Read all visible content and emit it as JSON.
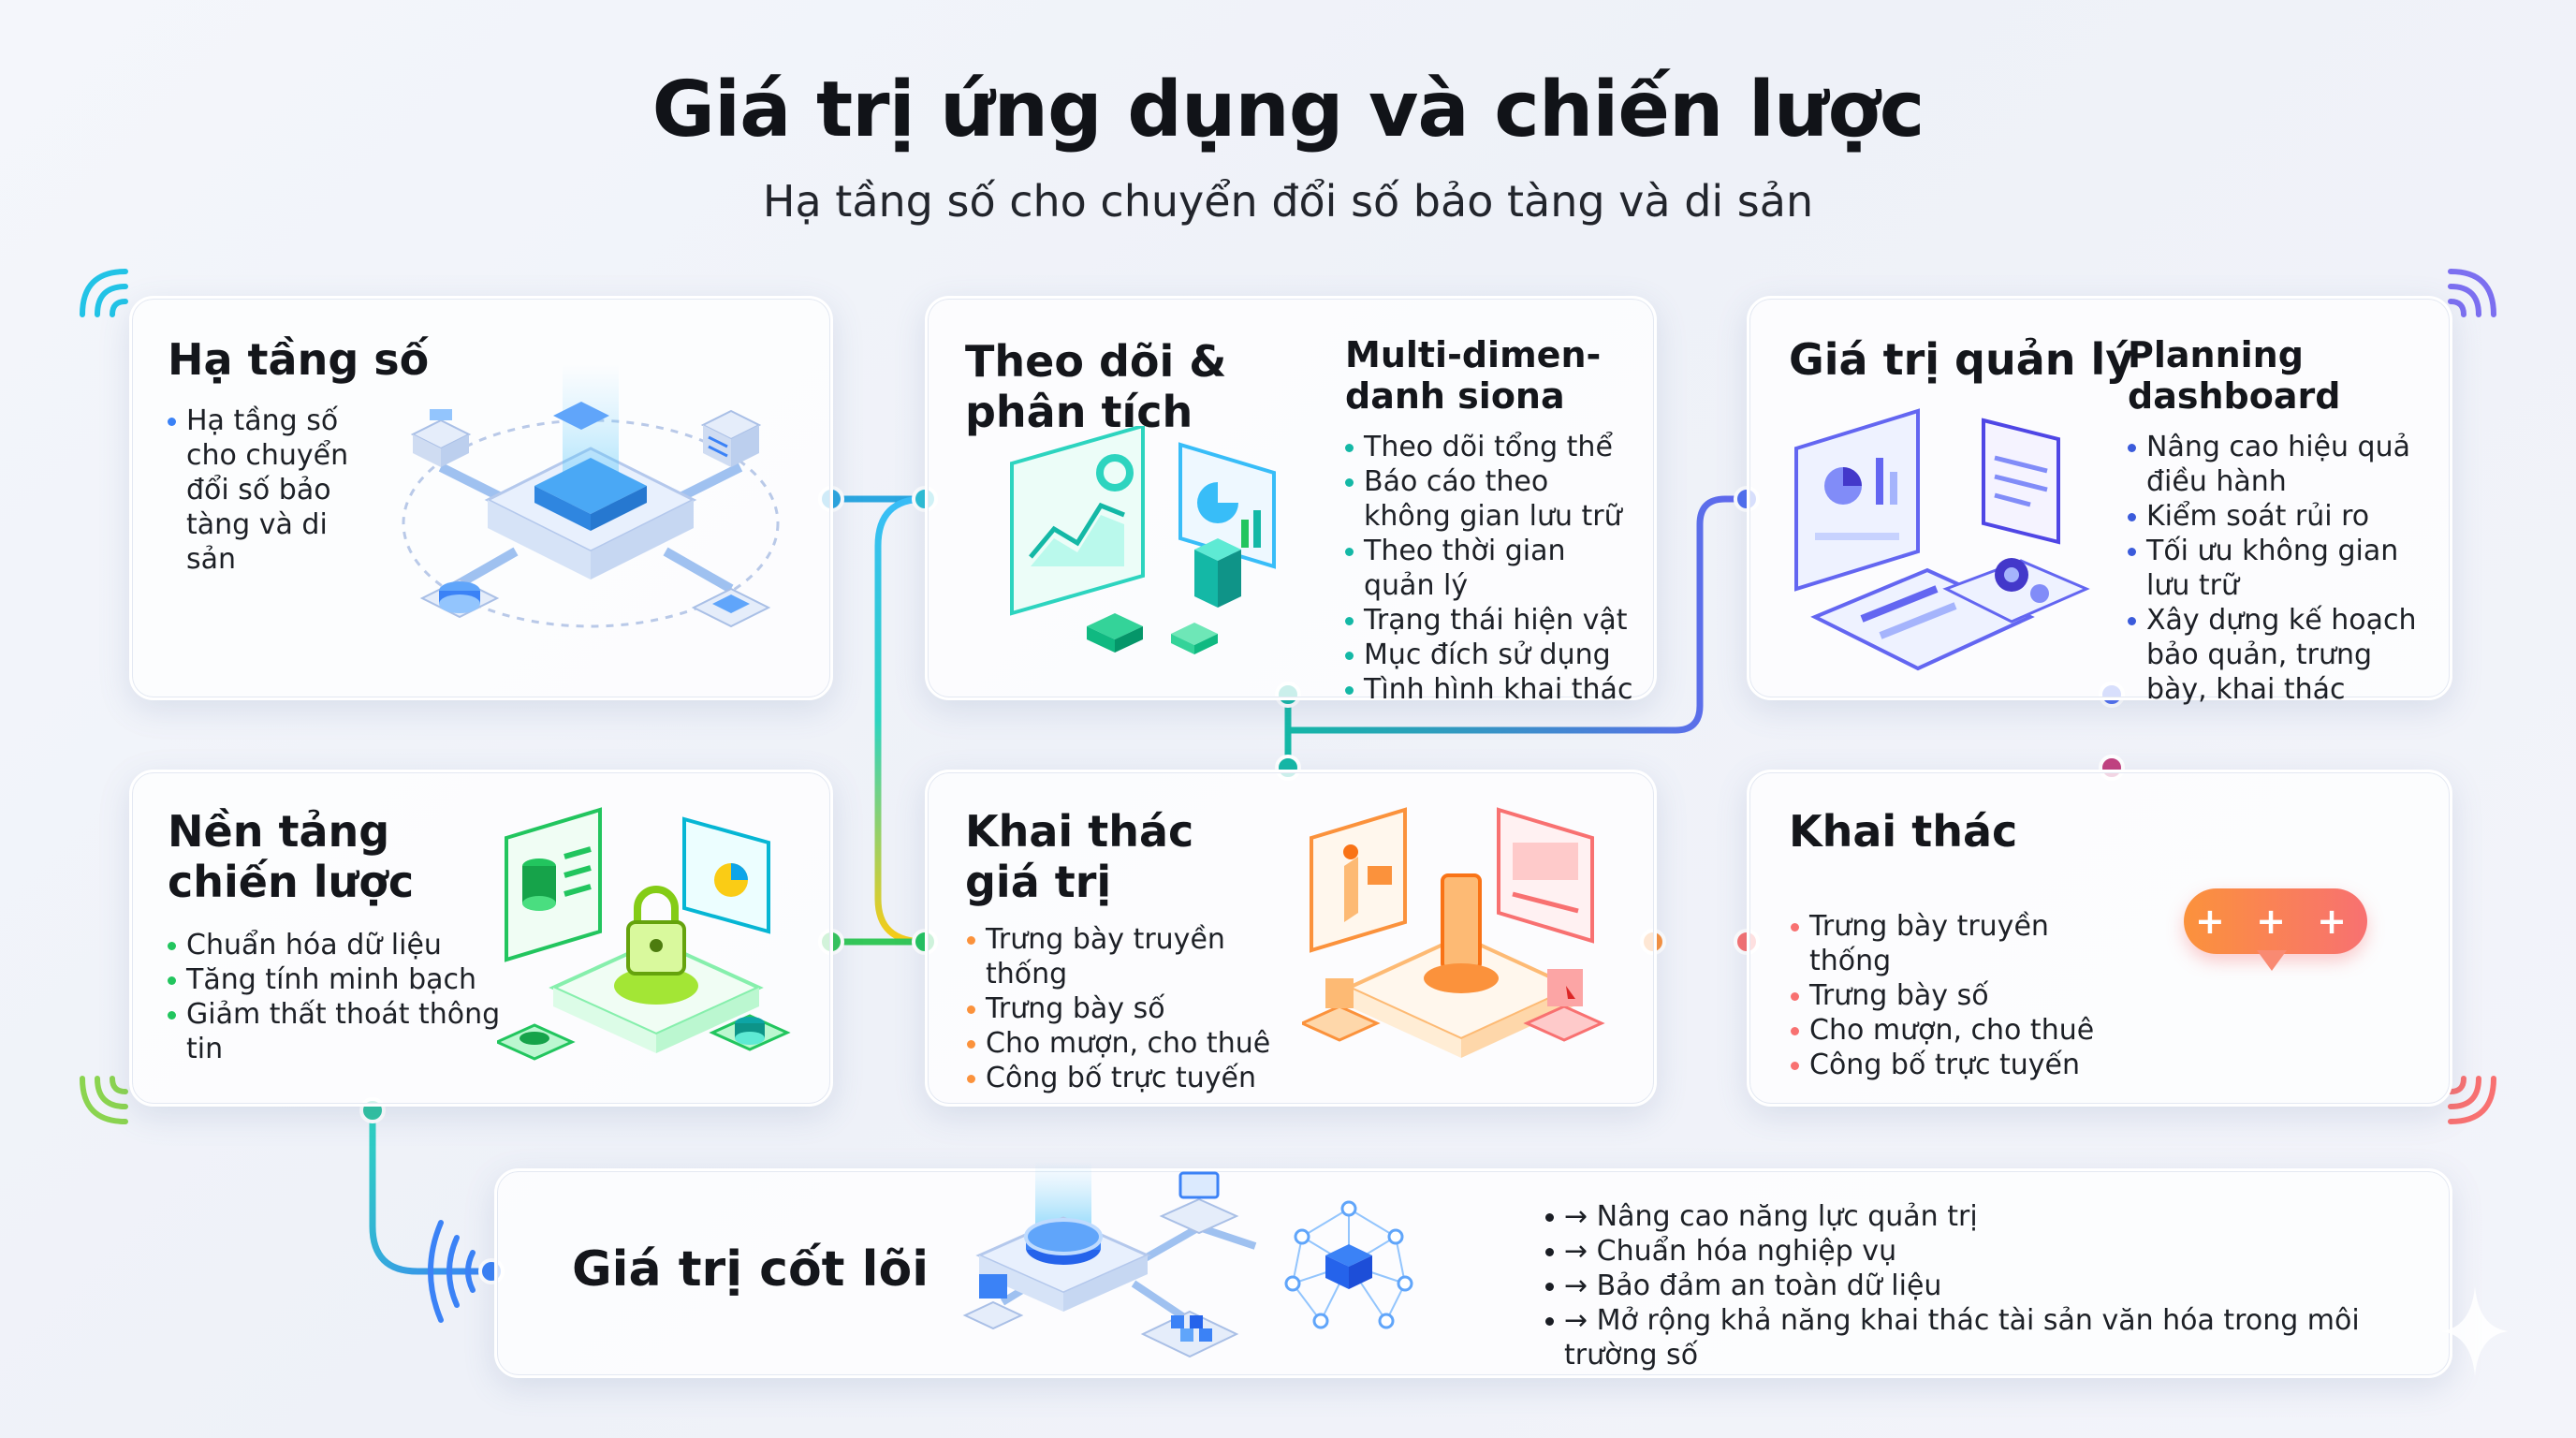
{
  "header": {
    "title": "Giá trị ứng dụng và chiến lược",
    "subtitle": "Hạ tầng số cho chuyển đổi số bảo tàng và di sản"
  },
  "cards": {
    "ha_tang_so": {
      "title": "Hạ tầng số",
      "bullets": [
        "Hạ tầng số cho chuyển đổi số bảo tàng và di sản"
      ]
    },
    "theo_doi": {
      "title_line1": "Theo dõi &",
      "title_line2": "phân tích",
      "side_title_line1": "Multi-dimen-",
      "side_title_line2": "danh siona",
      "bullets": [
        "Theo dõi tổng thể",
        "Báo cáo theo không gian lưu trữ",
        "Theo thời gian quản lý",
        "Trạng thái hiện vật",
        "Mục đích sử dụng",
        "Tình hình khai thác"
      ]
    },
    "gia_tri_quan_ly": {
      "title": "Giá trị quản lý",
      "side_title_line1": "Planning",
      "side_title_line2": "dashboard",
      "bullets": [
        "Nâng cao hiệu quả điều hành",
        "Kiểm soát rủi ro",
        "Tối ưu không gian lưu trữ",
        "Xây dựng kế hoạch bảo quản, trưng bày, khai thác"
      ]
    },
    "nen_tang": {
      "title_line1": "Nền tảng",
      "title_line2": "chiến lược",
      "bullets": [
        "Chuẩn hóa dữ liệu",
        "Tăng tính minh bạch",
        "Giảm thất thoát thông tin"
      ]
    },
    "khai_thac_gia_tri": {
      "title_line1": "Khai thác",
      "title_line2": "giá trị",
      "bullets": [
        "Trưng bày truyền thống",
        "Trưng bày số",
        "Cho mượn, cho thuê",
        "Công bố trực tuyến"
      ]
    },
    "khai_thac": {
      "title": "Khai thác",
      "bullets": [
        "Trưng bày truyền thống",
        "Trưng bày số",
        "Cho mượn, cho thuê",
        "Công bố trực tuyến"
      ],
      "bubble_text": "+ + +"
    },
    "gia_tri_cot_loi": {
      "title": "Giá trị cốt lõi",
      "bullets": [
        "→ Nâng cao năng lực quản trị",
        "→ Chuẩn hóa nghiệp vụ",
        "→ Bảo đảm an toàn dữ liệu",
        "→ Mở rộng khả năng khai thác tài sản văn hóa trong môi trường số"
      ]
    }
  },
  "colors": {
    "blue": "#3b82f6",
    "teal": "#14b8a6",
    "green": "#22c55e",
    "orange": "#fb923c",
    "coral": "#f87171",
    "purple": "#8b5cf6",
    "pink": "#d9468f",
    "yellow": "#facc15"
  },
  "icons": [
    "server-stack-icon",
    "analytics-dashboard-icon",
    "planning-dashboard-icon",
    "lock-data-icon",
    "exhibition-icon",
    "chat-bubble-icon",
    "network-core-icon",
    "wifi-signal-icon",
    "sparkle-icon"
  ]
}
